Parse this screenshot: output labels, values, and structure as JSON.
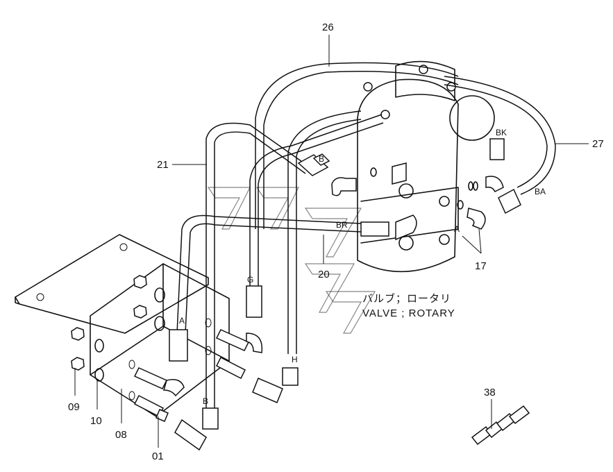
{
  "labels": {
    "part_26": "26",
    "part_27": "27",
    "part_21": "21",
    "part_20": "20",
    "part_17": "17",
    "part_09": "09",
    "part_10": "10",
    "part_08": "08",
    "part_01": "01",
    "part_38": "38"
  },
  "ports": {
    "bk": "BK",
    "b_top": "B",
    "ba": "BA",
    "br": "BR",
    "a_valve": "A",
    "g": "G",
    "a_block": "A",
    "h": "H",
    "b_bottom": "B"
  },
  "caption": {
    "jp": "バルブ；ロータリ",
    "en": "VALVE ; ROTARY"
  },
  "colors": {
    "line": "#111111",
    "background": "#ffffff"
  }
}
